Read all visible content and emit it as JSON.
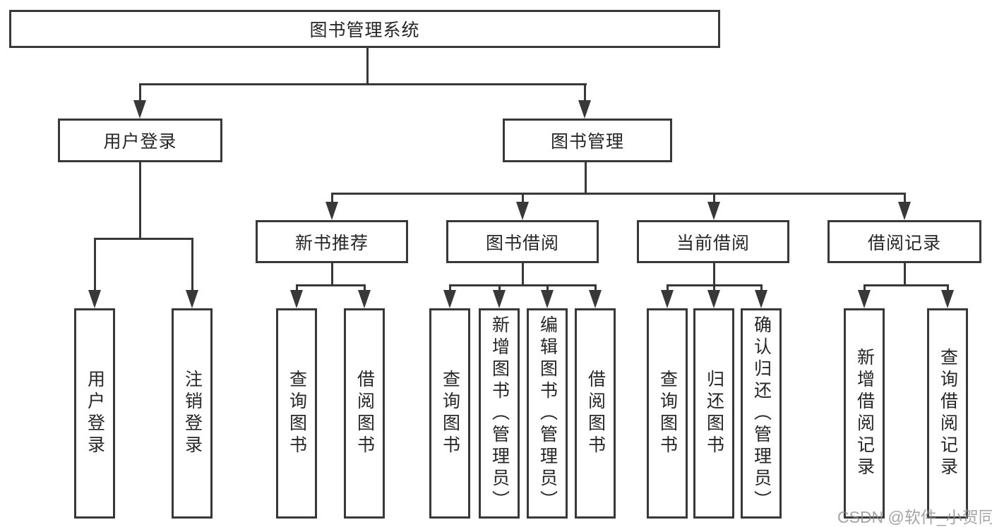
{
  "diagram": {
    "title": "图书管理系统",
    "nodes": {
      "root": "图书管理系统",
      "user_login": "用户登录",
      "book_management": "图书管理",
      "new_book_recommend": "新书推荐",
      "book_borrow": "图书借阅",
      "current_borrow": "当前借阅",
      "borrow_record": "借阅记录",
      "leaf_user_login": "用户登录",
      "leaf_logout": "注销登录",
      "leaf_nbr_query_book": "查询图书",
      "leaf_nbr_borrow_book": "借阅图书",
      "leaf_bb_query_book": "查询图书",
      "leaf_bb_add_book": "新增图书（管理员）",
      "leaf_bb_edit_book": "编辑图书（管理员）",
      "leaf_bb_borrow_book": "借阅图书",
      "leaf_cb_query_book": "查询图书",
      "leaf_cb_return_book": "归还图书",
      "leaf_cb_confirm_return": "确认归还（管理员）",
      "leaf_br_add_record": "新增借阅记录",
      "leaf_br_query_record": "查询借阅记录"
    },
    "watermark": "CSDN @软件_小贺同学",
    "colors": {
      "line": "#383838",
      "text": "#262626",
      "background": "#ffffff",
      "watermark": "#8c8c8c"
    }
  }
}
